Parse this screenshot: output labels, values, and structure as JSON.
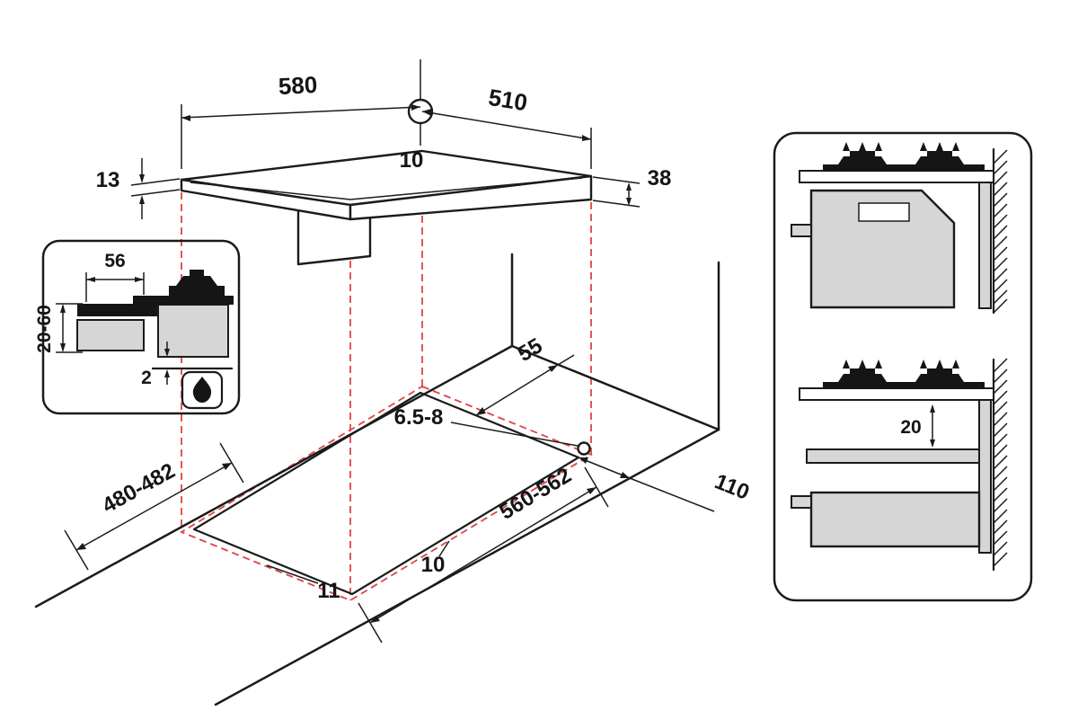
{
  "colors": {
    "line": "#1b1b1b",
    "red_dashed": "#e04444",
    "gray_fill": "#d6d6d6",
    "background": "#ffffff"
  },
  "top_view": {
    "width": "580",
    "depth": "510",
    "hole_offset": "10",
    "edge_height": "13",
    "total_height": "38"
  },
  "section_inset": {
    "overhang": "56",
    "worktop_thickness": "20-60",
    "gap": "2"
  },
  "cutout": {
    "rear_clearance": "55",
    "hole_diameter": "6.5-8",
    "depth": "480-482",
    "width": "560-562",
    "side_clearance": "110",
    "front_gap": "10",
    "side_gap": "11"
  },
  "side_views": {
    "shelf_clearance": "20"
  }
}
